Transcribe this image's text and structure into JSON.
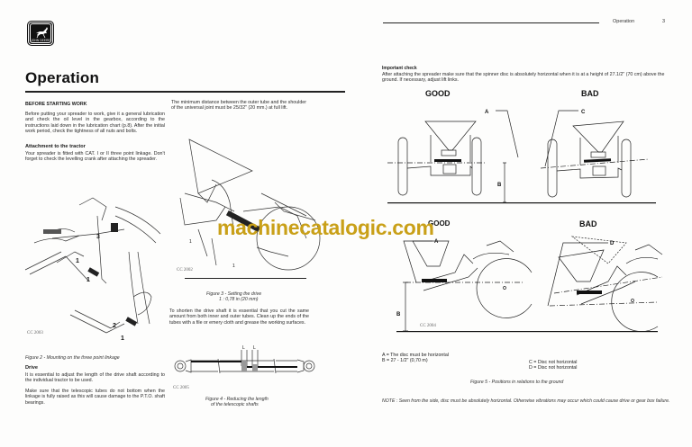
{
  "left_page": {
    "logo": {
      "brand_text": "JOHN DEERE",
      "icon": "leaping-deer-icon"
    },
    "title": "Operation",
    "sections": {
      "before_starting": {
        "heading": "BEFORE STARTING WORK",
        "text": "Before putting your spreader to work, give it a general lubrication and check the oil level in the gearbox, according to the instructions laid down in the lubrication chart (p.8). After the initial work period, check the tightness of all nuts and bolts."
      },
      "attachment": {
        "heading": "Attachment to the tractor",
        "text": "Your spreader is fitted with CAT. I or II three point linkage. Don't forget to check the levelling crank after attaching the spreader."
      },
      "min_distance": {
        "text": "The minimum distance between the outer tube and the shoulder of the universal joint must be 25/32\" (20 mm.) at full lift."
      },
      "drive": {
        "heading": "Drive",
        "text1": "It is essential to adjust the length of the drive shaft according to the individual tractor to be used.",
        "text2": "Make sure that the telescopic tubes do not bottom when the linkage is fully raised as this will cause damage to the P.T.O. shaft bearings."
      },
      "shorten": {
        "text": "To shorten the drive shaft it is essential that you cut the same amount from both inner and outer tubes. Clean up the ends of the tubes with a file or emery cloth and grease the working surfaces."
      }
    },
    "figures": {
      "fig2": {
        "code": "CC 2003",
        "caption": "Figure 2 - Mounting on the three point linkage",
        "callouts": [
          "1",
          "1",
          "2",
          "1",
          "3"
        ]
      },
      "fig3": {
        "code": "CC 2002",
        "caption_line1": "Figure 3 - Setting the drive",
        "caption_line2": "1 : 0,78 in (20 mm)",
        "callouts": [
          "1",
          "1"
        ]
      },
      "fig4": {
        "code": "CC 2005",
        "caption_line1": "Figure 4 - Reducing the length",
        "caption_line2": "of the telescopic shafts",
        "labels": [
          "L",
          "L"
        ]
      }
    }
  },
  "right_page": {
    "header": {
      "section": "Operation",
      "page_number": "3"
    },
    "important_check": {
      "heading": "Important check",
      "text": "After attaching the spreader make sure that the spinner disc is absolutely horizontal when it is at a height of 27.1/2\" (70 cm) above the ground. If necessary, adjust lift links."
    },
    "figure5": {
      "top_labels": {
        "good": "GOOD",
        "bad": "BAD"
      },
      "bottom_labels": {
        "good": "GOOD",
        "bad": "BAD"
      },
      "markers": {
        "a": "A",
        "b": "B",
        "c": "C",
        "d": "D",
        "a2": "A",
        "b2": "B"
      },
      "code": "CC 2004",
      "legend": {
        "a": "A = The disc must be horizontal",
        "b": "B = 27 - 1/2\" (0,70 m)",
        "c": "C = Disc not horizontal",
        "d": "D = Disc not horizontal"
      },
      "caption": "Figure 5 - Positions in relations to the ground"
    },
    "note": "NOTE : Seen from the side, disc must be absolutely horizontal. Otherwise vibrations may occur which could cause drive or gear box failure."
  },
  "watermark": {
    "text": "machinecatalogic.com",
    "color": "#c9a018"
  }
}
